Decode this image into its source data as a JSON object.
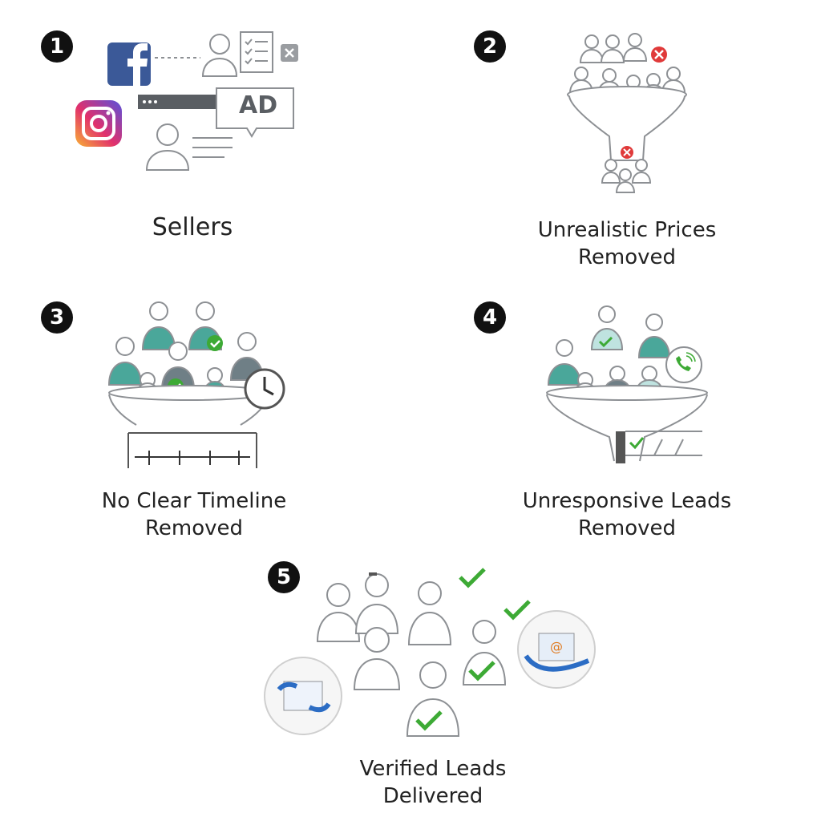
{
  "steps": [
    {
      "number": "1",
      "caption_lines": [
        "Sellers"
      ],
      "ad_label": "AD"
    },
    {
      "number": "2",
      "caption_lines": [
        "Unrealistic Prices",
        "Removed"
      ]
    },
    {
      "number": "3",
      "caption_lines": [
        "No Clear Timeline",
        "Removed"
      ]
    },
    {
      "number": "4",
      "caption_lines": [
        "Unresponsive Leads",
        "Removed"
      ]
    },
    {
      "number": "5",
      "caption_lines": [
        "Verified Leads",
        "Delivered"
      ]
    }
  ],
  "colors": {
    "number_badge": "#111111",
    "outline_gray": "#8d9094",
    "teal": "#4aa79a",
    "slate": "#6f7f86",
    "check_green": "#3daa35",
    "reject_red": "#e03a3a",
    "facebook_blue": "#3b5998",
    "email_blue": "#2b6cc4"
  },
  "icons": [
    "facebook-icon",
    "instagram-icon",
    "checklist-icon",
    "ad-bubble-icon",
    "funnel-icon",
    "clock-icon",
    "phone-icon",
    "email-icon"
  ]
}
